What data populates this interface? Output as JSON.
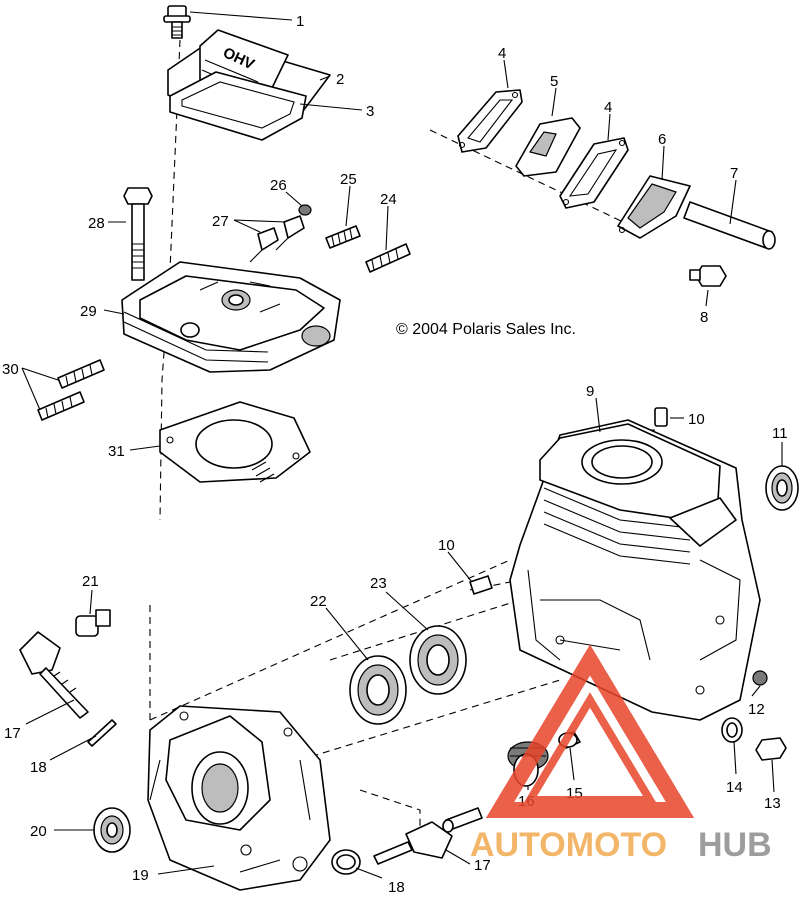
{
  "copyright": "© 2004 Polaris Sales Inc.",
  "cover_marking": "OHV",
  "watermark": {
    "part1": "AUTOMOTO",
    "part2": "HUB",
    "color_accent": "#e8452a",
    "color_text1": "#f2a94e",
    "color_text2": "#8c8c8c"
  },
  "callouts": [
    "1",
    "2",
    "3",
    "4",
    "5",
    "4",
    "6",
    "7",
    "8",
    "26",
    "25",
    "24",
    "27",
    "28",
    "29",
    "30",
    "31",
    "9",
    "10",
    "11",
    "10",
    "21",
    "23",
    "22",
    "17",
    "18",
    "12",
    "16",
    "15",
    "14",
    "13",
    "20",
    "19",
    "17",
    "18"
  ]
}
